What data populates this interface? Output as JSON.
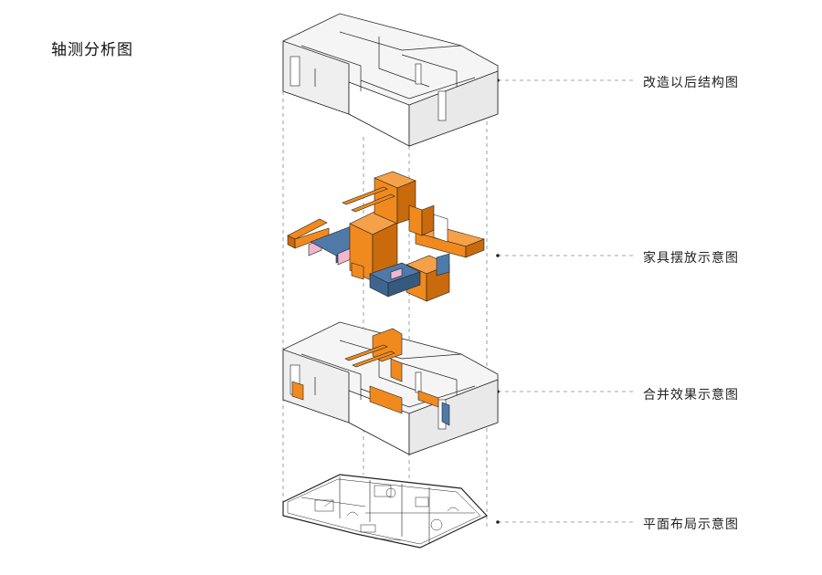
{
  "title": "轴测分析图",
  "layers": [
    {
      "label": "改造以后结构图"
    },
    {
      "label": "家具摆放示意图"
    },
    {
      "label": "合并效果示意图"
    },
    {
      "label": "平面布局示意图"
    }
  ],
  "colors": {
    "furniture_orange": "#F08A1E",
    "furniture_orange_dark": "#C96A0C",
    "furniture_blue": "#4F79A8",
    "furniture_pink": "#F2B6D0",
    "wall_white": "#FFFFFF",
    "wall_light": "#F3F3F3",
    "wall_shade": "#E4E4E4",
    "line": "#222222",
    "dash": "#777777"
  }
}
